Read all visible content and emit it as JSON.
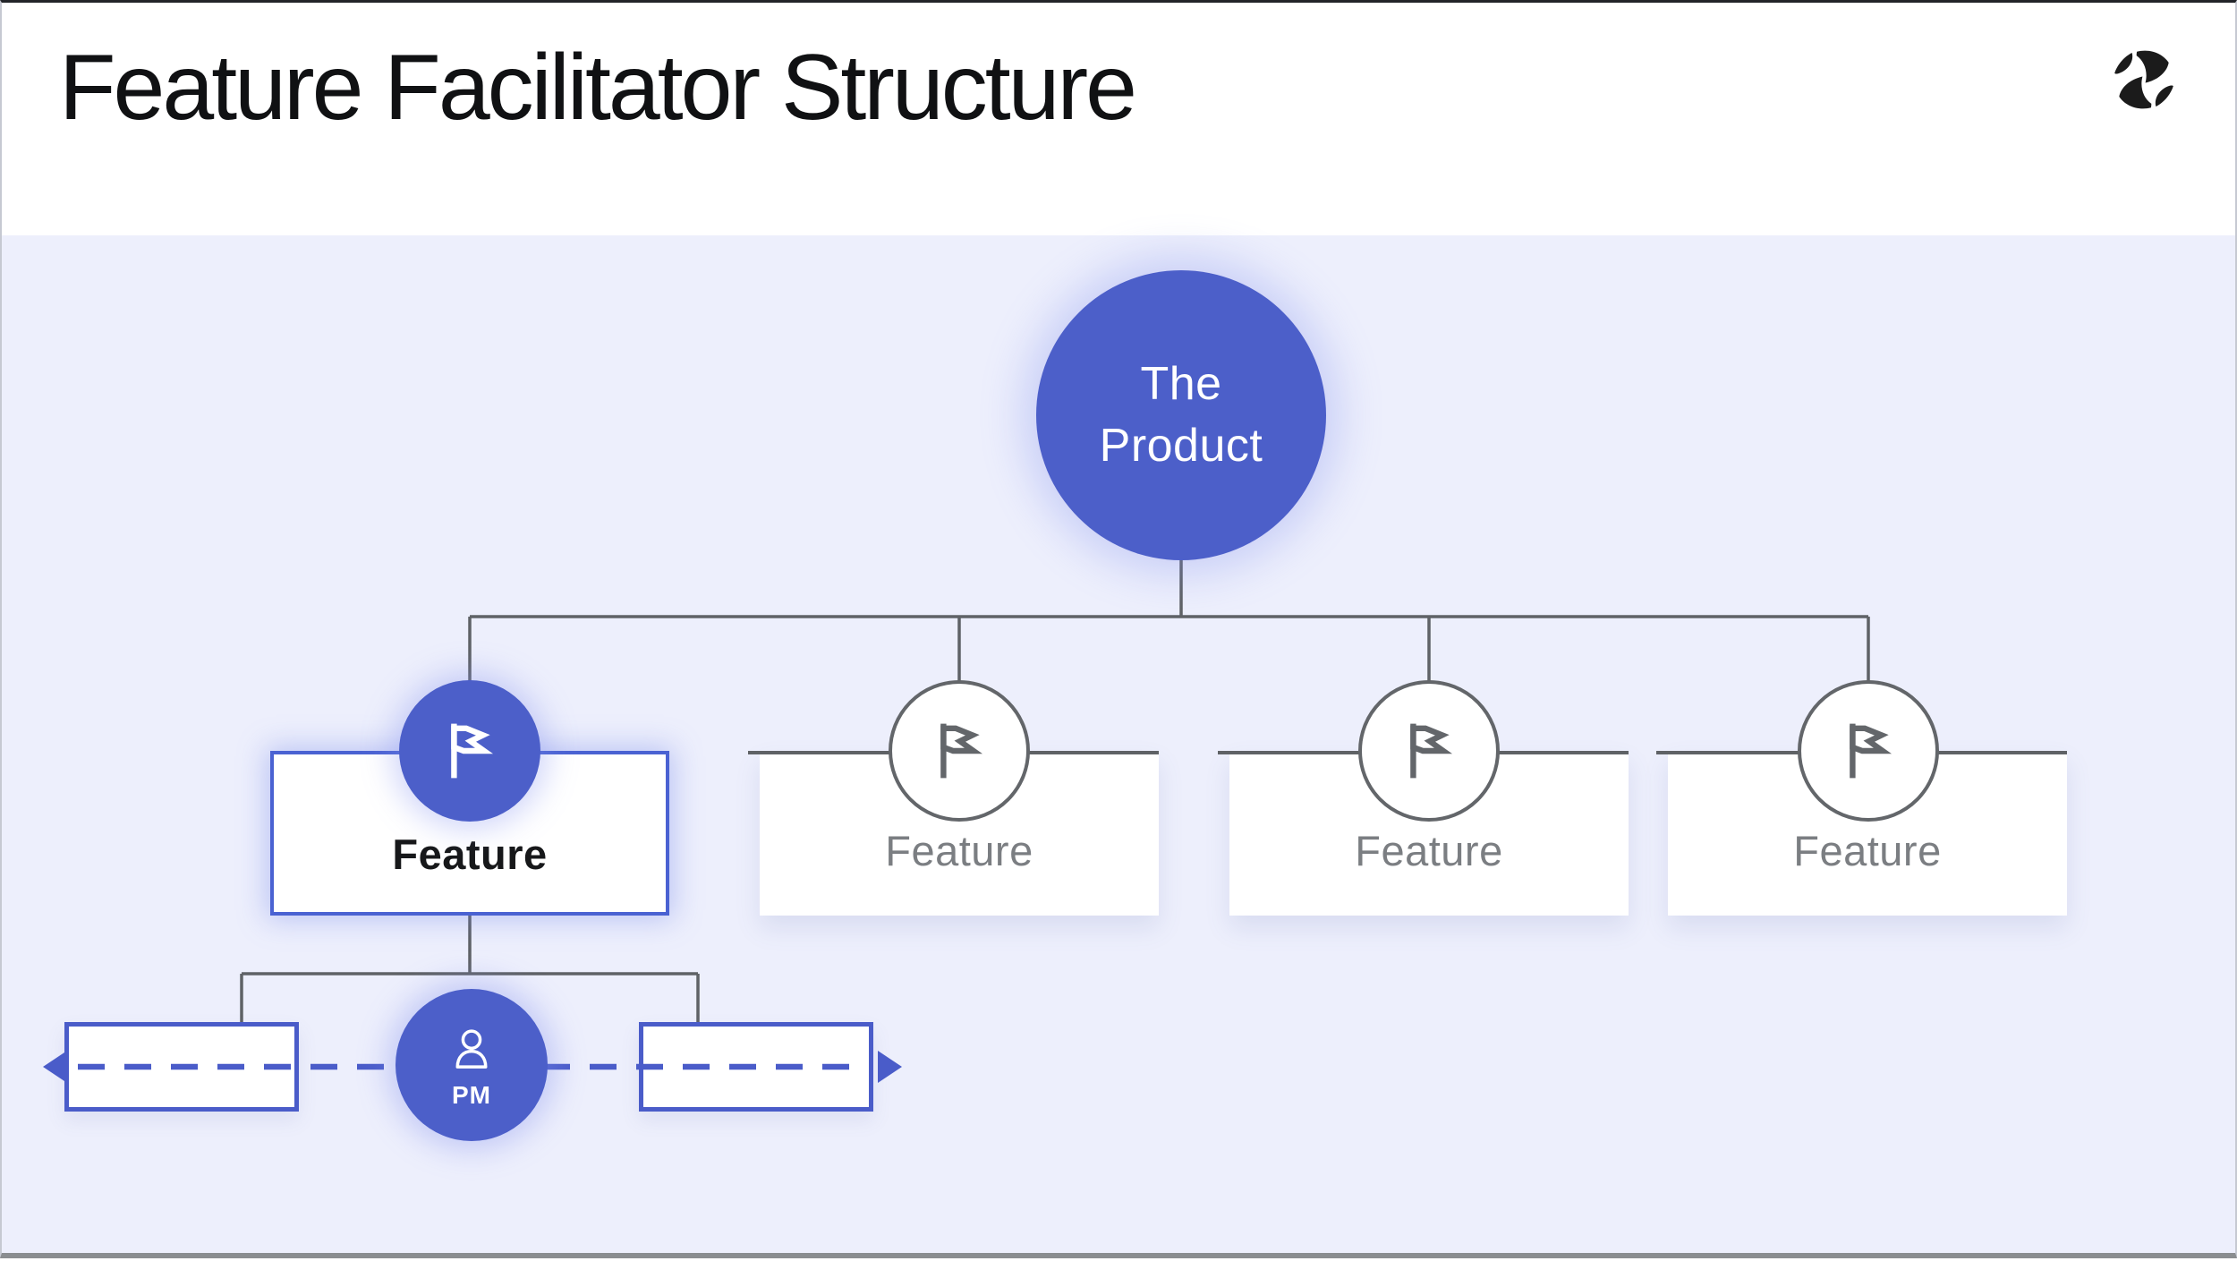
{
  "header": {
    "title": "Feature Facilitator Structure",
    "logo": "company-logo-mark"
  },
  "diagram": {
    "root": {
      "label": "The Product"
    },
    "features": [
      {
        "label": "Feature",
        "state": "active"
      },
      {
        "label": "Feature",
        "state": "inactive"
      },
      {
        "label": "Feature",
        "state": "inactive"
      },
      {
        "label": "Feature",
        "state": "inactive"
      }
    ],
    "pm": {
      "label": "PM",
      "icon": "user-icon"
    },
    "span_line": {
      "style": "dashed",
      "left_arrow": "left-arrow-icon",
      "right_arrow": "right-arrow-icon"
    },
    "node_icons": {
      "feature": "flag-icon"
    }
  },
  "colors": {
    "accent_blue": "#4c5fc9",
    "active_border_blue": "#4a62d2",
    "connector_gray": "#5f6266",
    "inactive_outline_gray": "#63666a",
    "inactive_text_gray": "#7b7e82",
    "active_text": "#17181a",
    "background_lavender": "#edeffc",
    "header_background": "#ffffff"
  }
}
